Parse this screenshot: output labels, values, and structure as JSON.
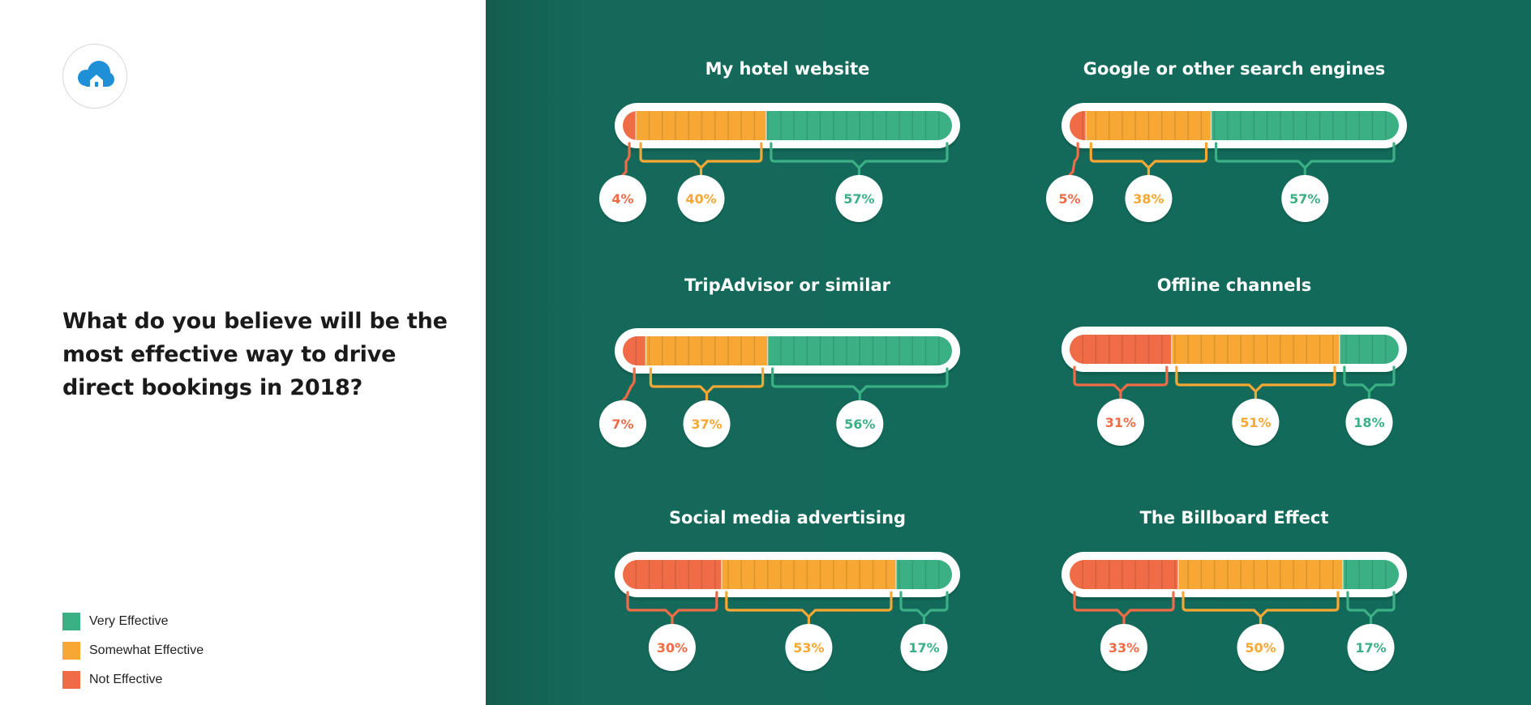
{
  "question": "What do you believe will be the most effective way to drive direct bookings in 2018?",
  "colors": {
    "very_effective": "#3bb084",
    "somewhat_effective": "#f7a733",
    "not_effective": "#ef6c46",
    "panel_bg": "#126a5a"
  },
  "legend": [
    {
      "label": "Very Effective",
      "color": "#3bb084"
    },
    {
      "label": "Somewhat Effective",
      "color": "#f7a733"
    },
    {
      "label": "Not Effective",
      "color": "#ef6c46"
    }
  ],
  "logo": {
    "icon": "cloud-house-icon"
  },
  "chart_data": {
    "type": "bar",
    "stacked": true,
    "orientation": "horizontal",
    "series_names": [
      "Not Effective",
      "Somewhat Effective",
      "Very Effective"
    ],
    "charts": [
      {
        "title": "My hotel website",
        "values": [
          4,
          40,
          57
        ],
        "labels": [
          "4%",
          "40%",
          "57%"
        ]
      },
      {
        "title": "Google or other search engines",
        "values": [
          5,
          38,
          57
        ],
        "labels": [
          "5%",
          "38%",
          "57%"
        ]
      },
      {
        "title": "TripAdvisor or similar",
        "values": [
          7,
          37,
          56
        ],
        "labels": [
          "7%",
          "37%",
          "56%"
        ]
      },
      {
        "title": "Offline channels",
        "values": [
          31,
          51,
          18
        ],
        "labels": [
          "31%",
          "51%",
          "18%"
        ]
      },
      {
        "title": "Social media advertising",
        "values": [
          30,
          53,
          17
        ],
        "labels": [
          "30%",
          "53%",
          "17%"
        ]
      },
      {
        "title": "The Billboard Effect",
        "values": [
          33,
          50,
          17
        ],
        "labels": [
          "33%",
          "50%",
          "17%"
        ]
      }
    ]
  }
}
